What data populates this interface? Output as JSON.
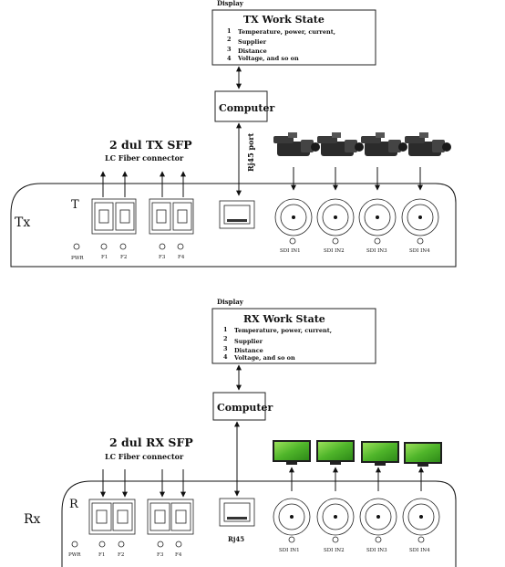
{
  "tx": {
    "display_label": "Display",
    "state_title": "TX Work State",
    "items": [
      {
        "num": "1",
        "text": "Temperature, power, current,"
      },
      {
        "num": "2",
        "text": "Supplier"
      },
      {
        "num": "3",
        "text": "Distance"
      },
      {
        "num": "4",
        "text": "Voltage, and so on"
      }
    ],
    "computer_label": "Computer",
    "port_label": "Rj45 port",
    "sfp_title": "2 dul TX SFP",
    "sfp_sub": "LC Fiber connector",
    "device_letter": "T",
    "side_label": "Tx",
    "leds": [
      "PWR",
      "F1",
      "F2",
      "F3",
      "F4"
    ],
    "sdi": [
      "SDI IN1",
      "SDI IN2",
      "SDI IN3",
      "SDI IN4"
    ]
  },
  "rx": {
    "display_label": "Display",
    "state_title": "RX Work State",
    "items": [
      {
        "num": "1",
        "text": "Temperature, power, current,"
      },
      {
        "num": "2",
        "text": "Supplier"
      },
      {
        "num": "3",
        "text": "Distance"
      },
      {
        "num": "4",
        "text": "Voltage, and so on"
      }
    ],
    "computer_label": "Computer",
    "port_label": "Rj45",
    "sfp_title": "2 dul RX SFP",
    "sfp_sub": "LC Fiber connector",
    "device_letter": "R",
    "side_label": "Rx",
    "leds": [
      "PWR",
      "F1",
      "F2",
      "F3",
      "F4"
    ],
    "sdi": [
      "SDI IN1",
      "SDI IN2",
      "SDI IN3",
      "SDI IN4"
    ]
  },
  "icons": {
    "camera": "video-camera-icon",
    "monitor": "monitor-icon"
  },
  "colors": {
    "screen": "#5fbf3a",
    "camera": "#2a2a2a"
  }
}
